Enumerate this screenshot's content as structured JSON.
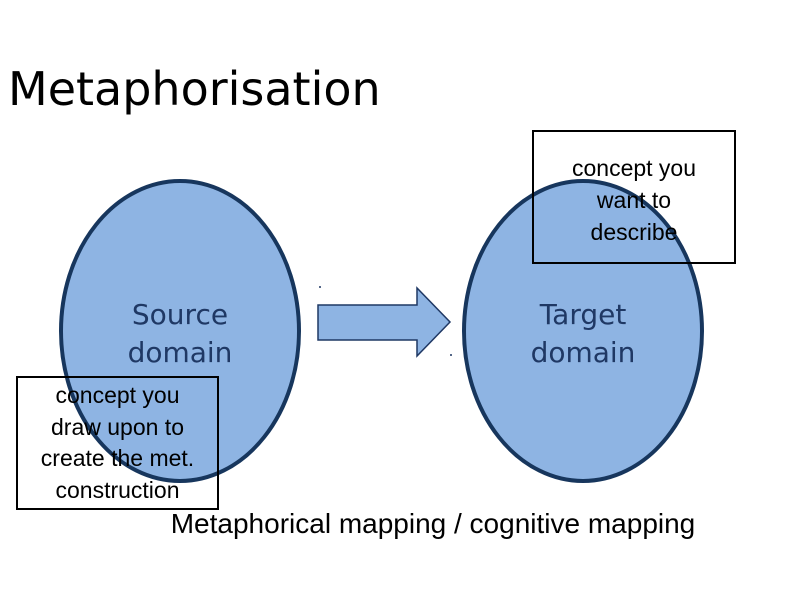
{
  "slide": {
    "title": "Metaphorisation"
  },
  "source": {
    "label_line1": "Source",
    "label_line2": "domain",
    "note_lines": [
      "concept you",
      "draw upon to",
      "create the met.",
      "construction"
    ]
  },
  "target": {
    "label_line1": "Target",
    "label_line2": "domain",
    "note_lines": [
      "concept you",
      "want to",
      "describe"
    ]
  },
  "caption": "Metaphorical mapping / cognitive mapping",
  "colors": {
    "ellipse_fill": "#8eb4e3",
    "ellipse_stroke": "#17365d",
    "arrow_fill": "#8eb4e3",
    "arrow_stroke": "#1f3864",
    "label_text": "#1f3864"
  }
}
